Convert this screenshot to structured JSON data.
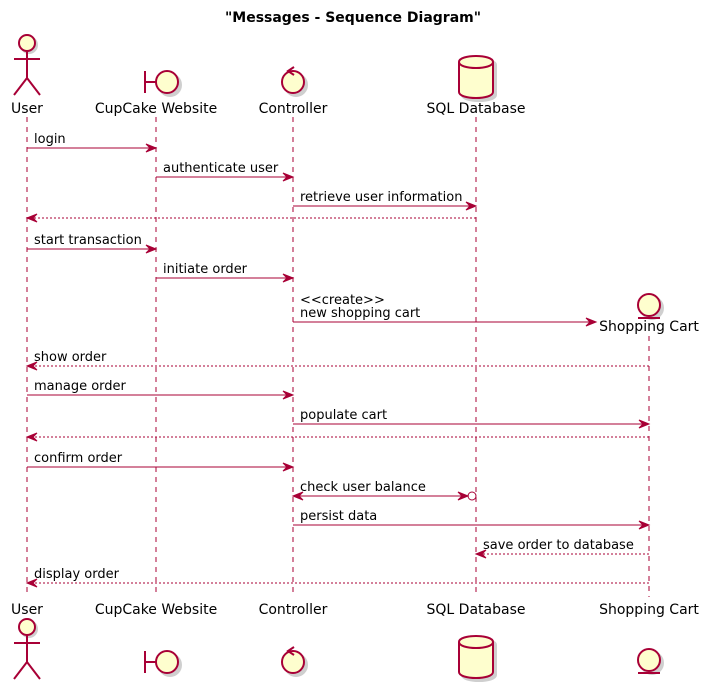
{
  "diagram": {
    "title": "\"Messages - Sequence Diagram\"",
    "colors": {
      "line": "#A80036",
      "fill": "#FEFECE",
      "shadow": "#CFCFCF"
    }
  },
  "participants": [
    {
      "id": "user",
      "name": "User",
      "kind": "actor",
      "icon": "actor-stick-figure-icon"
    },
    {
      "id": "web",
      "name": "CupCake Website",
      "kind": "boundary",
      "icon": "boundary-icon"
    },
    {
      "id": "ctrl",
      "name": "Controller",
      "kind": "control",
      "icon": "control-icon"
    },
    {
      "id": "db",
      "name": "SQL Database",
      "kind": "database",
      "icon": "database-cylinder-icon"
    },
    {
      "id": "cart",
      "name": "Shopping Cart",
      "kind": "entity",
      "icon": "entity-icon",
      "created_by_message": 6
    }
  ],
  "messages": [
    {
      "from": "user",
      "to": "web",
      "label": [
        "login"
      ],
      "style": "solid"
    },
    {
      "from": "web",
      "to": "ctrl",
      "label": [
        "authenticate user"
      ],
      "style": "solid"
    },
    {
      "from": "ctrl",
      "to": "db",
      "label": [
        "retrieve user information"
      ],
      "style": "solid"
    },
    {
      "from": "db",
      "to": "user",
      "label": [],
      "style": "dashed"
    },
    {
      "from": "user",
      "to": "web",
      "label": [
        "start transaction"
      ],
      "style": "solid"
    },
    {
      "from": "web",
      "to": "ctrl",
      "label": [
        "initiate order"
      ],
      "style": "solid"
    },
    {
      "from": "ctrl",
      "to": "cart",
      "label": [
        "<<create>>",
        "new shopping cart"
      ],
      "style": "solid",
      "create": true
    },
    {
      "from": "cart",
      "to": "user",
      "label": [
        "show order"
      ],
      "style": "dashed"
    },
    {
      "from": "user",
      "to": "ctrl",
      "label": [
        "manage order"
      ],
      "style": "solid"
    },
    {
      "from": "ctrl",
      "to": "cart",
      "label": [
        "populate cart"
      ],
      "style": "solid"
    },
    {
      "from": "cart",
      "to": "user",
      "label": [],
      "style": "dashed"
    },
    {
      "from": "user",
      "to": "ctrl",
      "label": [
        "confirm order"
      ],
      "style": "solid"
    },
    {
      "from": "ctrl",
      "to": "db",
      "label": [
        "check user balance"
      ],
      "style": "solid",
      "bidirectional": true,
      "lost_circle": true
    },
    {
      "from": "ctrl",
      "to": "cart",
      "label": [
        "persist data"
      ],
      "style": "solid"
    },
    {
      "from": "cart",
      "to": "db",
      "label": [
        "save order to database"
      ],
      "style": "dashed"
    },
    {
      "from": "cart",
      "to": "user",
      "label": [
        "display order"
      ],
      "style": "dashed"
    }
  ]
}
